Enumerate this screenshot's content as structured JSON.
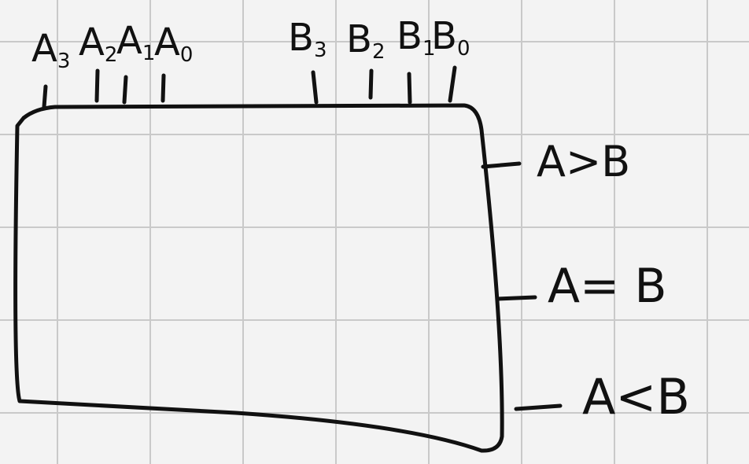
{
  "inputs": {
    "a": [
      {
        "base": "A",
        "sub": "3"
      },
      {
        "base": "A",
        "sub": "2"
      },
      {
        "base": "A",
        "sub": "1"
      },
      {
        "base": "A",
        "sub": "0"
      }
    ],
    "b": [
      {
        "base": "B",
        "sub": "3"
      },
      {
        "base": "B",
        "sub": "2"
      },
      {
        "base": "B",
        "sub": "1"
      },
      {
        "base": "B",
        "sub": "0"
      }
    ]
  },
  "outputs": [
    "A>B",
    "A= B",
    "A<B"
  ]
}
